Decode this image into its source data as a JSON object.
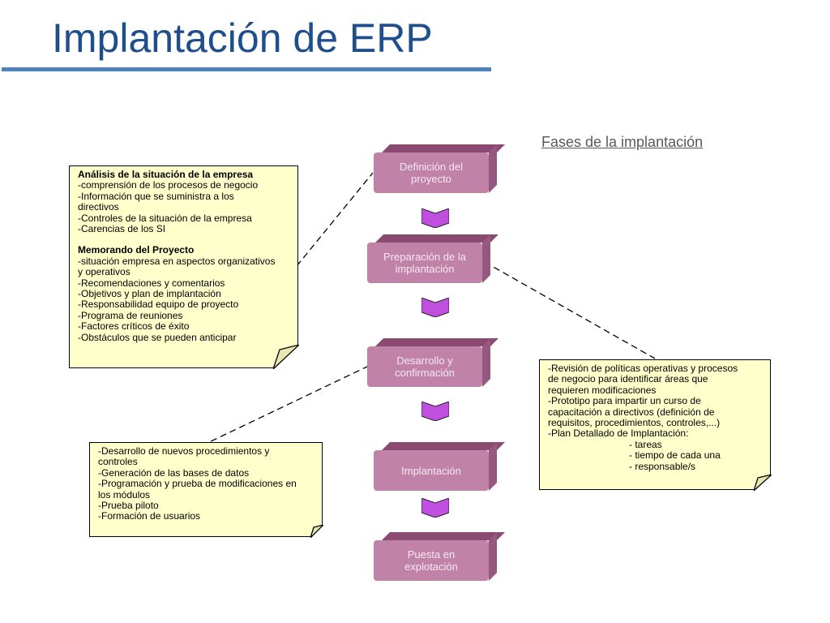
{
  "slide": {
    "title": "Implantación de ERP",
    "phases_heading": "Fases de la implantación"
  },
  "phases": [
    {
      "line1": "Definición del",
      "line2": "proyecto"
    },
    {
      "line1": "Preparación de la",
      "line2": "implantación"
    },
    {
      "line1": "Desarrollo y",
      "line2": "confirmación"
    },
    {
      "line1": "Implantación",
      "line2": ""
    },
    {
      "line1": "Puesta en",
      "line2": "explotación"
    }
  ],
  "note_analysis": {
    "heading1": "Análisis de la situación de la empresa",
    "l1": "-comprensión de los procesos de negocio",
    "l2": "-Información que se suministra a los",
    "l3": "directivos",
    "l4": "-Controles de la situación de la empresa",
    "l5": "-Carencias de los SI",
    "heading2": "Memorando del Proyecto",
    "m1": "-situación empresa en aspectos organizativos",
    "m2": "y operativos",
    "m3": "-Recomendaciones y comentarios",
    "m4": "-Objetivos y plan de implantación",
    "m5": "-Responsabilidad equipo de proyecto",
    "m6": "-Programa de reuniones",
    "m7": "-Factores críticos de éxito",
    "m8": "-Obstáculos que se pueden anticipar"
  },
  "note_preparation": {
    "l1": "-Revisión de políticas operativas y procesos",
    "l2": "de negocio para identificar áreas que",
    "l3": "requieren modificaciones",
    "l4": "-Prototipo para impartir un curso de",
    "l5": "capacitación a directivos (definición de",
    "l6": "requisitos, procedimientos, controles,...)",
    "l7": "-Plan Detallado de Implantación:",
    "s1": "- tareas",
    "s2": "- tiempo de cada una",
    "s3": "- responsable/s"
  },
  "note_development": {
    "l1": "-Desarrollo de nuevos procedimientos y",
    "l2": "controles",
    "l3": "-Generación de las bases de datos",
    "l4": "-Programación y prueba de modificaciones en",
    "l5": "los módulos",
    "l6": "-Prueba piloto",
    "l7": "-Formación de usuarios"
  },
  "colors": {
    "title": "#1f4e8c",
    "rule": "#4f81bd",
    "phase_face": "#c083a7",
    "phase_text": "#f7e8f1",
    "arrow": "#c04fe0",
    "note_bg": "#ffffcc"
  },
  "icons": {
    "flow_arrow": "chevron-down-arrow-icon",
    "note_fold": "folded-corner-icon"
  }
}
